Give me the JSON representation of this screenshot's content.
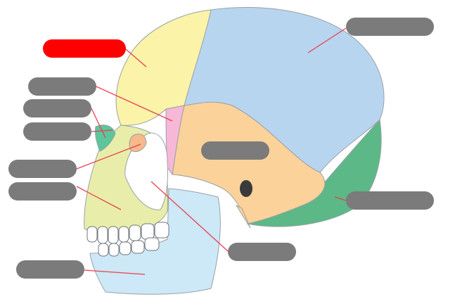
{
  "colors": {
    "pill_default": "#7b7b7b",
    "pill_active": "#ff0000",
    "leader_line": "#e8404f",
    "frontal": "#faf3a8",
    "parietal": "#b8d5f0",
    "temporal": "#fbd29a",
    "occipital": "#5cb887",
    "sphenoid": "#f6b8d6",
    "zygomatic": "#ffffff",
    "maxilla": "#e8eeaa",
    "mandible": "#cde8f6",
    "nasal": "#5cc59a",
    "lacrimal": "#f5b98a",
    "outline": "#9aa1a6"
  },
  "labels": [
    {
      "id": "parietal",
      "state": "default",
      "text": ""
    },
    {
      "id": "frontal",
      "state": "active",
      "text": ""
    },
    {
      "id": "sphenoid",
      "state": "default",
      "text": ""
    },
    {
      "id": "nasal",
      "state": "default",
      "text": ""
    },
    {
      "id": "ethmoid",
      "state": "default",
      "text": ""
    },
    {
      "id": "lacrimal",
      "state": "default",
      "text": ""
    },
    {
      "id": "maxilla",
      "state": "default",
      "text": ""
    },
    {
      "id": "temporal",
      "state": "default",
      "text": ""
    },
    {
      "id": "occipital",
      "state": "default",
      "text": ""
    },
    {
      "id": "zygomatic",
      "state": "default",
      "text": ""
    },
    {
      "id": "mandible",
      "state": "default",
      "text": ""
    }
  ]
}
